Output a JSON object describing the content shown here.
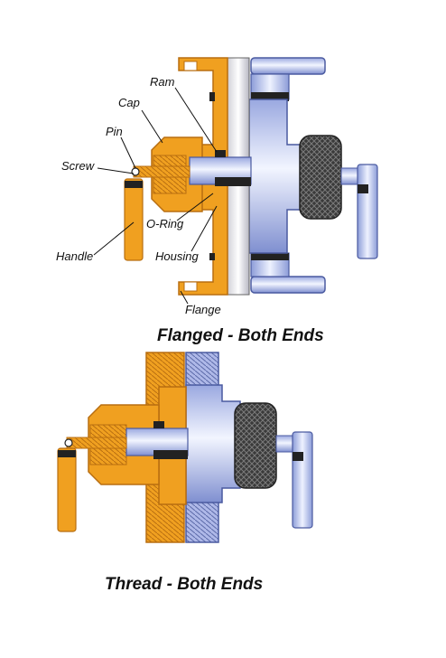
{
  "diagrams": [
    {
      "caption": "Flanged - Both Ends",
      "labels": {
        "ram": "Ram",
        "cap": "Cap",
        "pin": "Pin",
        "screw": "Screw",
        "o_ring": "O-Ring",
        "handle": "Handle",
        "housing": "Housing",
        "flange": "Flange"
      }
    },
    {
      "caption": "Thread - Both Ends"
    }
  ],
  "colors": {
    "orange": "#F0A020",
    "orange_dark": "#B86E10",
    "blue_light": "#D8E0F8",
    "blue_mid": "#8C9CD8",
    "blue_dark": "#4A5AA0",
    "knurl": "#2A2A2A"
  }
}
